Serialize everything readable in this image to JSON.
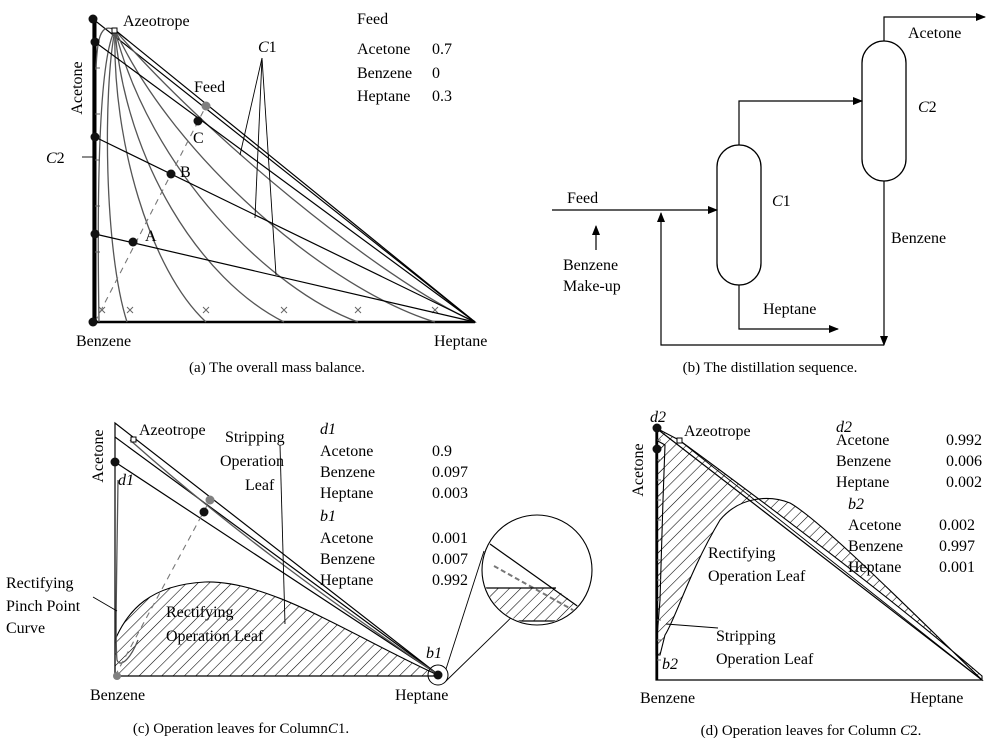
{
  "panel_a": {
    "caption": "(a) The overall mass balance.",
    "vertex_top": "Acetone",
    "vertex_bottom_left": "Benzene",
    "vertex_bottom_right": "Heptane",
    "azeotrope_label": "Azeotrope",
    "feed_point_label": "Feed",
    "point_a": "A",
    "point_b": "B",
    "point_c": "C",
    "column_c1_prefix": "C",
    "column_c1_suffix": "1",
    "column_c2_prefix": "C",
    "column_c2_suffix": "2",
    "feed_table": {
      "title": "Feed",
      "rows": [
        {
          "name": "Acetone",
          "value": "0.7"
        },
        {
          "name": "Benzene",
          "value": "0"
        },
        {
          "name": "Heptane",
          "value": "0.3"
        }
      ]
    }
  },
  "panel_b": {
    "caption": "(b) The distillation sequence.",
    "feed_label": "Feed",
    "makeup_line1": "Benzene",
    "makeup_line2": "Make-up",
    "c1_prefix": "C",
    "c1_suffix": "1",
    "c2_prefix": "C",
    "c2_suffix": "2",
    "heptane_label": "Heptane",
    "acetone_label": "Acetone",
    "benzene_label": "Benzene"
  },
  "panel_c": {
    "caption_prefix": "(c) Operation leaves for Column",
    "caption_c": "C",
    "caption_num": "1.",
    "vertex_top": "Acetone",
    "vertex_bottom_left": "Benzene",
    "vertex_bottom_right": "Heptane",
    "azeotrope_label": "Azeotrope",
    "d1_label": "d1",
    "b1_label": "b1",
    "stripping_label": [
      "Stripping",
      "Operation",
      "Leaf"
    ],
    "rectifying_pinch_label": [
      "Rectifying",
      "Pinch Point",
      "Curve"
    ],
    "rectifying_leaf_label": [
      "Rectifying",
      "Operation Leaf"
    ],
    "d1_table": {
      "title": "d1",
      "rows": [
        {
          "name": "Acetone",
          "value": "0.9"
        },
        {
          "name": "Benzene",
          "value": "0.097"
        },
        {
          "name": "Heptane",
          "value": "0.003"
        }
      ]
    },
    "b1_table": {
      "title": "b1",
      "rows": [
        {
          "name": "Acetone",
          "value": "0.001"
        },
        {
          "name": "Benzene",
          "value": "0.007"
        },
        {
          "name": "Heptane",
          "value": "0.992"
        }
      ]
    }
  },
  "panel_d": {
    "caption_prefix": "(d) Operation leaves for Column",
    "caption_c": "C",
    "caption_num": "2.",
    "vertex_top": "Acetone",
    "vertex_bottom_left": "Benzene",
    "vertex_bottom_right": "Heptane",
    "azeotrope_label": "Azeotrope",
    "d2_label": "d2",
    "b2_label": "b2",
    "rectifying_leaf_label": [
      "Rectifying",
      "Operation Leaf"
    ],
    "stripping_leaf_label": [
      "Stripping",
      "Operation Leaf"
    ],
    "d2_table": {
      "title": "d2",
      "rows": [
        {
          "name": "Acetone",
          "value": "0.992"
        },
        {
          "name": "Benzene",
          "value": "0.006"
        },
        {
          "name": "Heptane",
          "value": "0.002"
        }
      ]
    },
    "b2_table": {
      "title": "b2",
      "rows": [
        {
          "name": "Acetone",
          "value": "0.002"
        },
        {
          "name": "Benzene",
          "value": "0.997"
        },
        {
          "name": "Heptane",
          "value": "0.001"
        }
      ]
    }
  }
}
